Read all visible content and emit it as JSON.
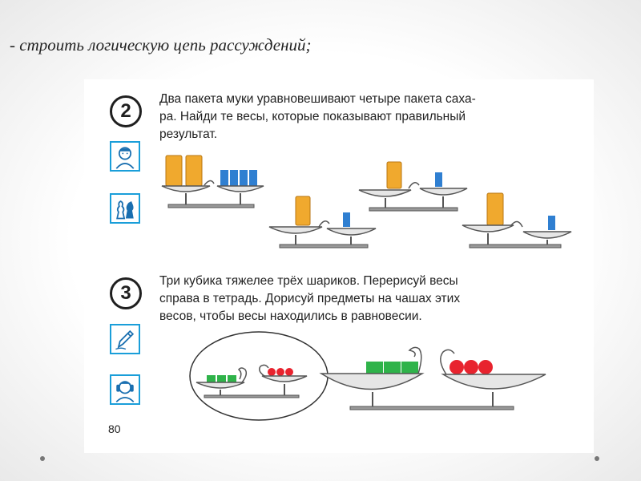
{
  "slide": {
    "heading": "- строить логическую цепь рассуждений;"
  },
  "task2": {
    "number": "2",
    "lines": [
      "Два пакета муки уравновешивают четыре пакета саха-",
      "ра. Найди те весы, которые показывают правильный",
      "результат."
    ]
  },
  "task3": {
    "number": "3",
    "lines": [
      "Три кубика тяжелее трёх шариков. Перерисуй весы",
      "справа в тетрадь. Дорисуй предметы на чашах этих",
      "весов, чтобы весы находились в равновесии."
    ]
  },
  "page": {
    "number": "80"
  },
  "icons": [
    "thinking-boy-icon",
    "chess-pieces-icon",
    "pencil-icon",
    "ears-cover-icon"
  ],
  "colors": {
    "flour": "#f0a92e",
    "sugar": "#2f7fd1",
    "cube": "#2fb34a",
    "ball": "#e8232e",
    "icon_frame": "#1a9ed9"
  }
}
